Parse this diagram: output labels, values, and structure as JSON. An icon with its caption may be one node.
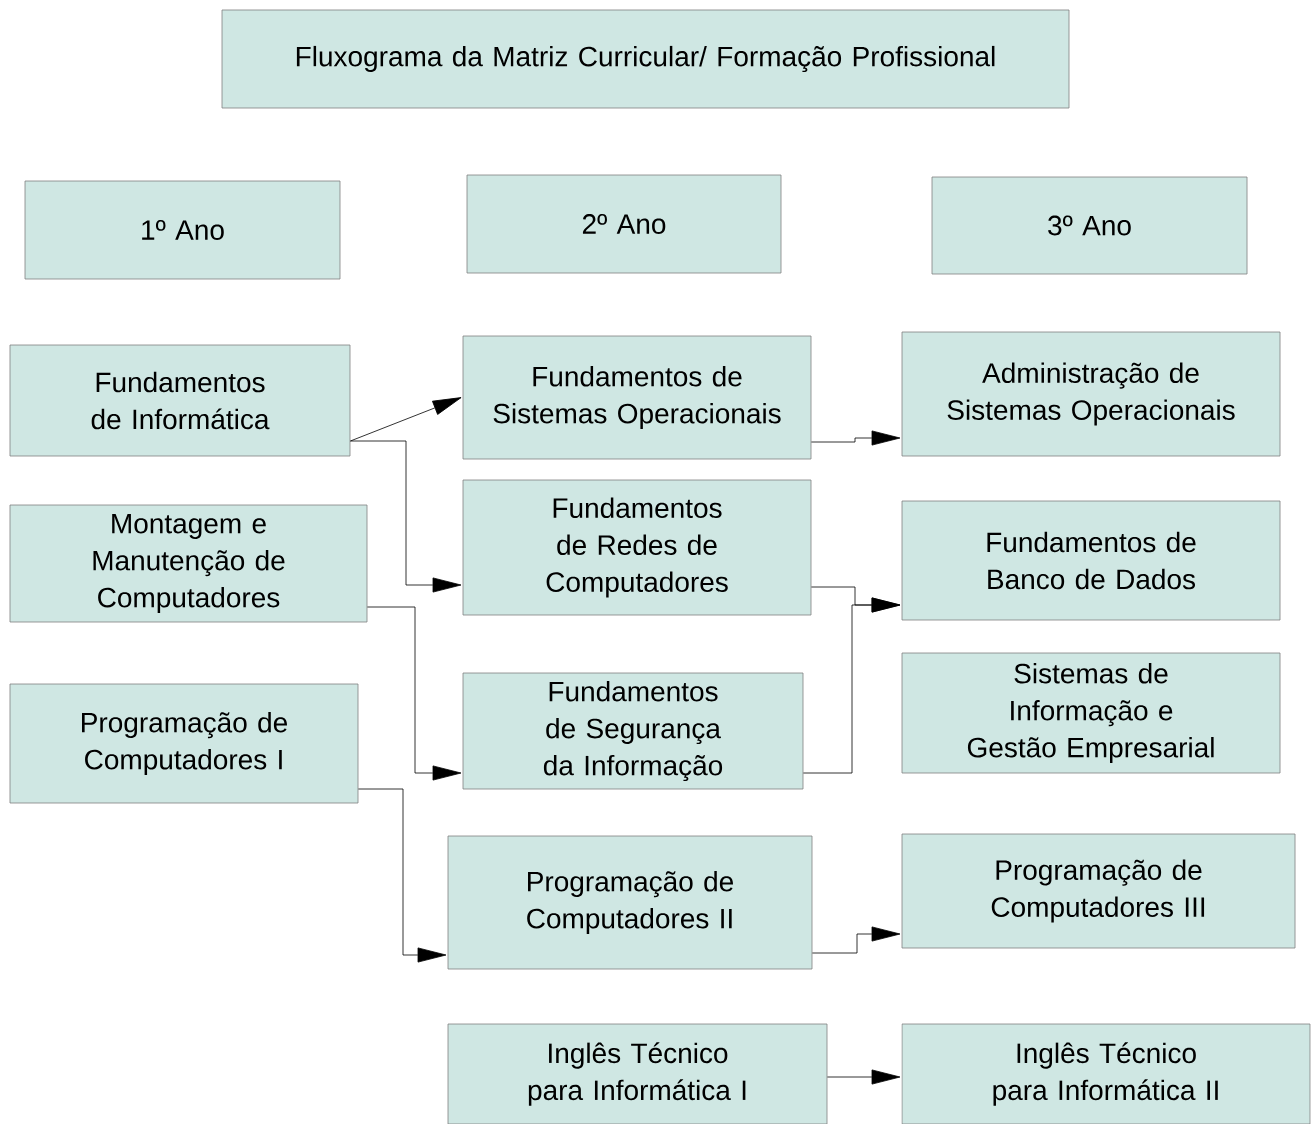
{
  "diagram": {
    "nodes": [
      {
        "text": [
          "Fluxograma da Matriz Curricular/ Formação Profissional"
        ]
      },
      {
        "text": [
          "1º Ano"
        ]
      },
      {
        "text": [
          "2º Ano"
        ]
      },
      {
        "text": [
          "3º Ano"
        ]
      },
      {
        "text": [
          "Fundamentos de Informática"
        ]
      },
      {
        "text": [
          "Fundamentos de Sistemas Operacionais"
        ]
      },
      {
        "text": [
          "Administração de Sistemas Operacionais"
        ]
      },
      {
        "text": [
          "Montagem e Manutenção de Computadores"
        ]
      },
      {
        "text": [
          "Fundamentos de Redes de Computadores"
        ]
      },
      {
        "text": [
          "Fundamentos de Banco de Dados"
        ]
      },
      {
        "text": [
          "Programação de Computadores I"
        ]
      },
      {
        "text": [
          "Fundamentos de Segurança da Informação"
        ]
      },
      {
        "text": [
          "Sistemas de Informação e Gestão Empresarial"
        ]
      },
      {
        "text": [
          "Programação de Computadores II"
        ]
      },
      {
        "text": [
          "Programação de Computadores III"
        ]
      },
      {
        "text": [
          "Inglês Técnico para Informática I"
        ]
      },
      {
        "text": [
          "Inglês Técnico para Informática II"
        ]
      }
    ],
    "edges": [
      {
        "from": 4,
        "to": 5,
        "arrow": "to"
      },
      {
        "from": 4,
        "to": 8,
        "arrow": "to"
      },
      {
        "from": 5,
        "to": 6,
        "arrow": "to"
      },
      {
        "from": 8,
        "to": 9,
        "arrow": "to"
      },
      {
        "from": 11,
        "to": 9,
        "arrow": "to"
      },
      {
        "from": 7,
        "to": 11,
        "arrow": "to"
      },
      {
        "from": 10,
        "to": 13,
        "arrow": "to"
      },
      {
        "from": 13,
        "to": 14,
        "arrow": "to"
      },
      {
        "from": 15,
        "to": 16,
        "arrow": "to"
      }
    ]
  }
}
